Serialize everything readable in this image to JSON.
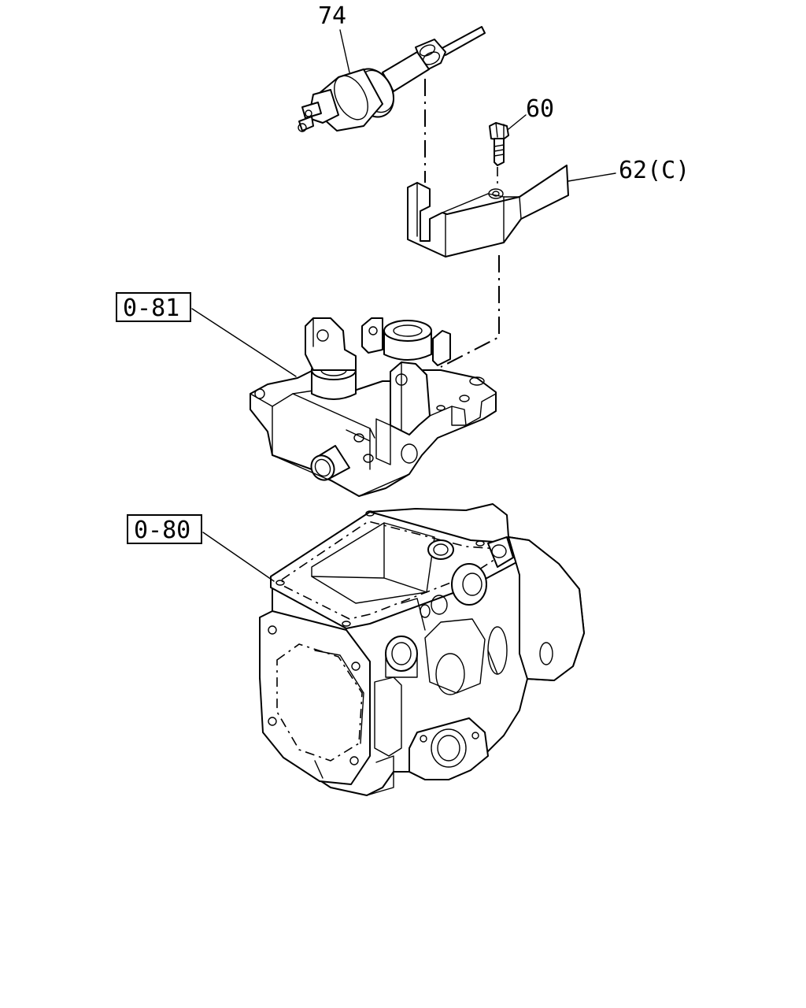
{
  "callouts": {
    "part_74": "74",
    "part_60": "60",
    "part_62": "62(C)",
    "ref_081": "0-81",
    "ref_080": "0-80"
  }
}
